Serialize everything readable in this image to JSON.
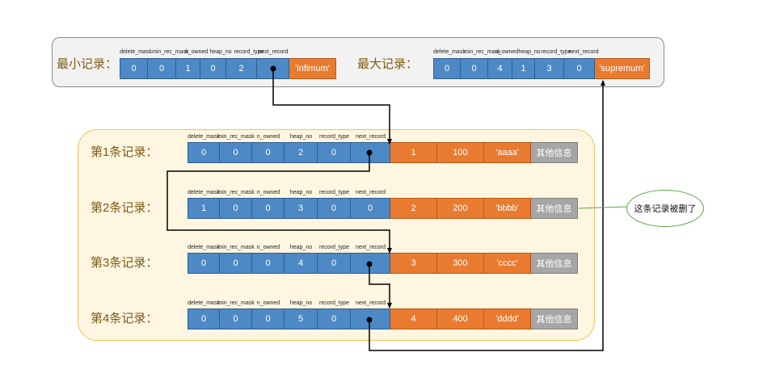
{
  "field_headers": [
    "delete_mask",
    "min_rec_mask",
    "n_owned",
    "heap_no",
    "record_type",
    "next_record"
  ],
  "infimum": {
    "label": "最小记录：",
    "values": [
      "0",
      "0",
      "1",
      "0",
      "2",
      ""
    ],
    "name": "'infimum'"
  },
  "supremum": {
    "label": "最大记录：",
    "values": [
      "0",
      "0",
      "4",
      "1",
      "3",
      "0"
    ],
    "name": "'supremum'"
  },
  "records": [
    {
      "label": "第1条记录：",
      "values": [
        "0",
        "0",
        "0",
        "2",
        "0",
        ""
      ],
      "data": [
        "1",
        "100",
        "'aaaa'"
      ],
      "extra": "其他信息"
    },
    {
      "label": "第2条记录：",
      "values": [
        "1",
        "0",
        "0",
        "3",
        "0",
        "0"
      ],
      "data": [
        "2",
        "200",
        "'bbbb'"
      ],
      "extra": "其他信息"
    },
    {
      "label": "第3条记录：",
      "values": [
        "0",
        "0",
        "0",
        "4",
        "0",
        ""
      ],
      "data": [
        "3",
        "300",
        "'cccc'"
      ],
      "extra": "其他信息"
    },
    {
      "label": "第4条记录：",
      "values": [
        "0",
        "0",
        "0",
        "5",
        "0",
        ""
      ],
      "data": [
        "4",
        "400",
        "'dddd'"
      ],
      "extra": "其他信息"
    }
  ],
  "callout": "这条记录被删了",
  "colors": {
    "header_cell": "#4d89c5",
    "data_cell": "#e97b30",
    "extra_cell": "#a6a6a6",
    "record_panel": "#fff6e1",
    "callout_border": "#5aa34a"
  }
}
